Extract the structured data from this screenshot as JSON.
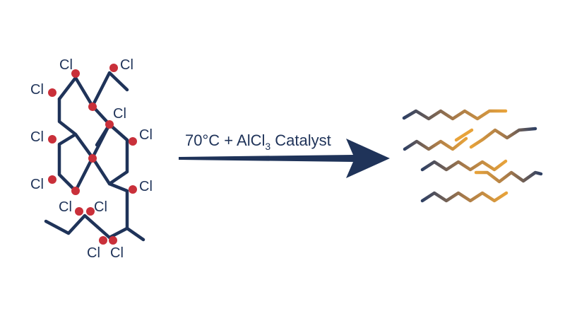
{
  "colors": {
    "background": "#ffffff",
    "bond": "#1f3359",
    "chlorine_dot": "#c9303a",
    "label_text": "#1f3359",
    "arrow": "#1f3359",
    "product_dark": "#2f4063",
    "product_orange": "#e8a33a"
  },
  "reactant": {
    "atom_label": "Cl"
  },
  "reaction": {
    "condition_prefix": "70°C + AlCl",
    "condition_subscript": "3",
    "condition_suffix": " Catalyst"
  }
}
